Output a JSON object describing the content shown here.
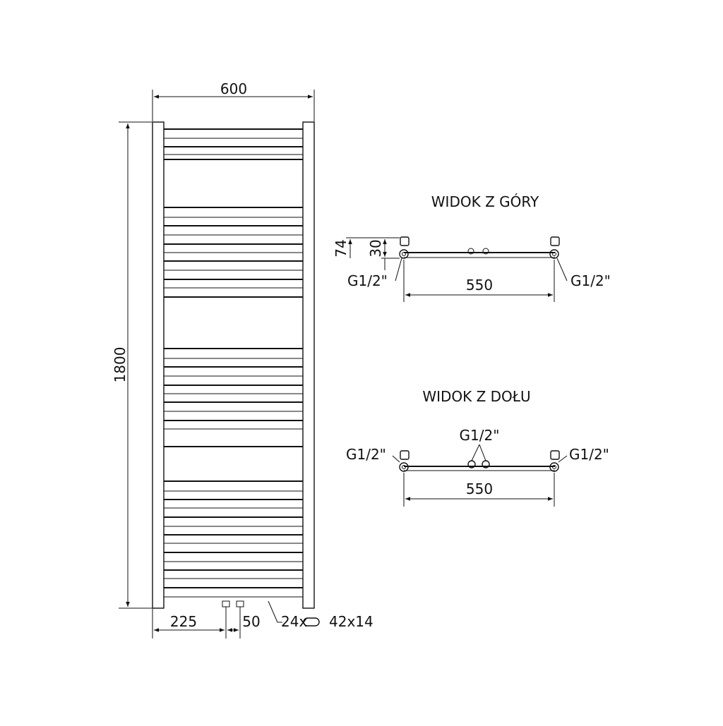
{
  "front_view": {
    "width_label": "600",
    "height_label": "1800",
    "offset_label": "225",
    "spacing_label": "50",
    "tube_count_label": "24x",
    "tube_size_label": "42x14"
  },
  "top_view": {
    "title": "WIDOK Z GÓRY",
    "depth_label": "74",
    "offset_label": "30",
    "left_connection": "G1/2\"",
    "right_connection": "G1/2\"",
    "width_label": "550"
  },
  "bottom_view": {
    "title": "WIDOK Z DOŁU",
    "left_connection": "G1/2\"",
    "center_connection": "G1/2\"",
    "right_connection": "G1/2\"",
    "width_label": "550"
  },
  "colors": {
    "line": "#111111",
    "background": "#ffffff"
  }
}
